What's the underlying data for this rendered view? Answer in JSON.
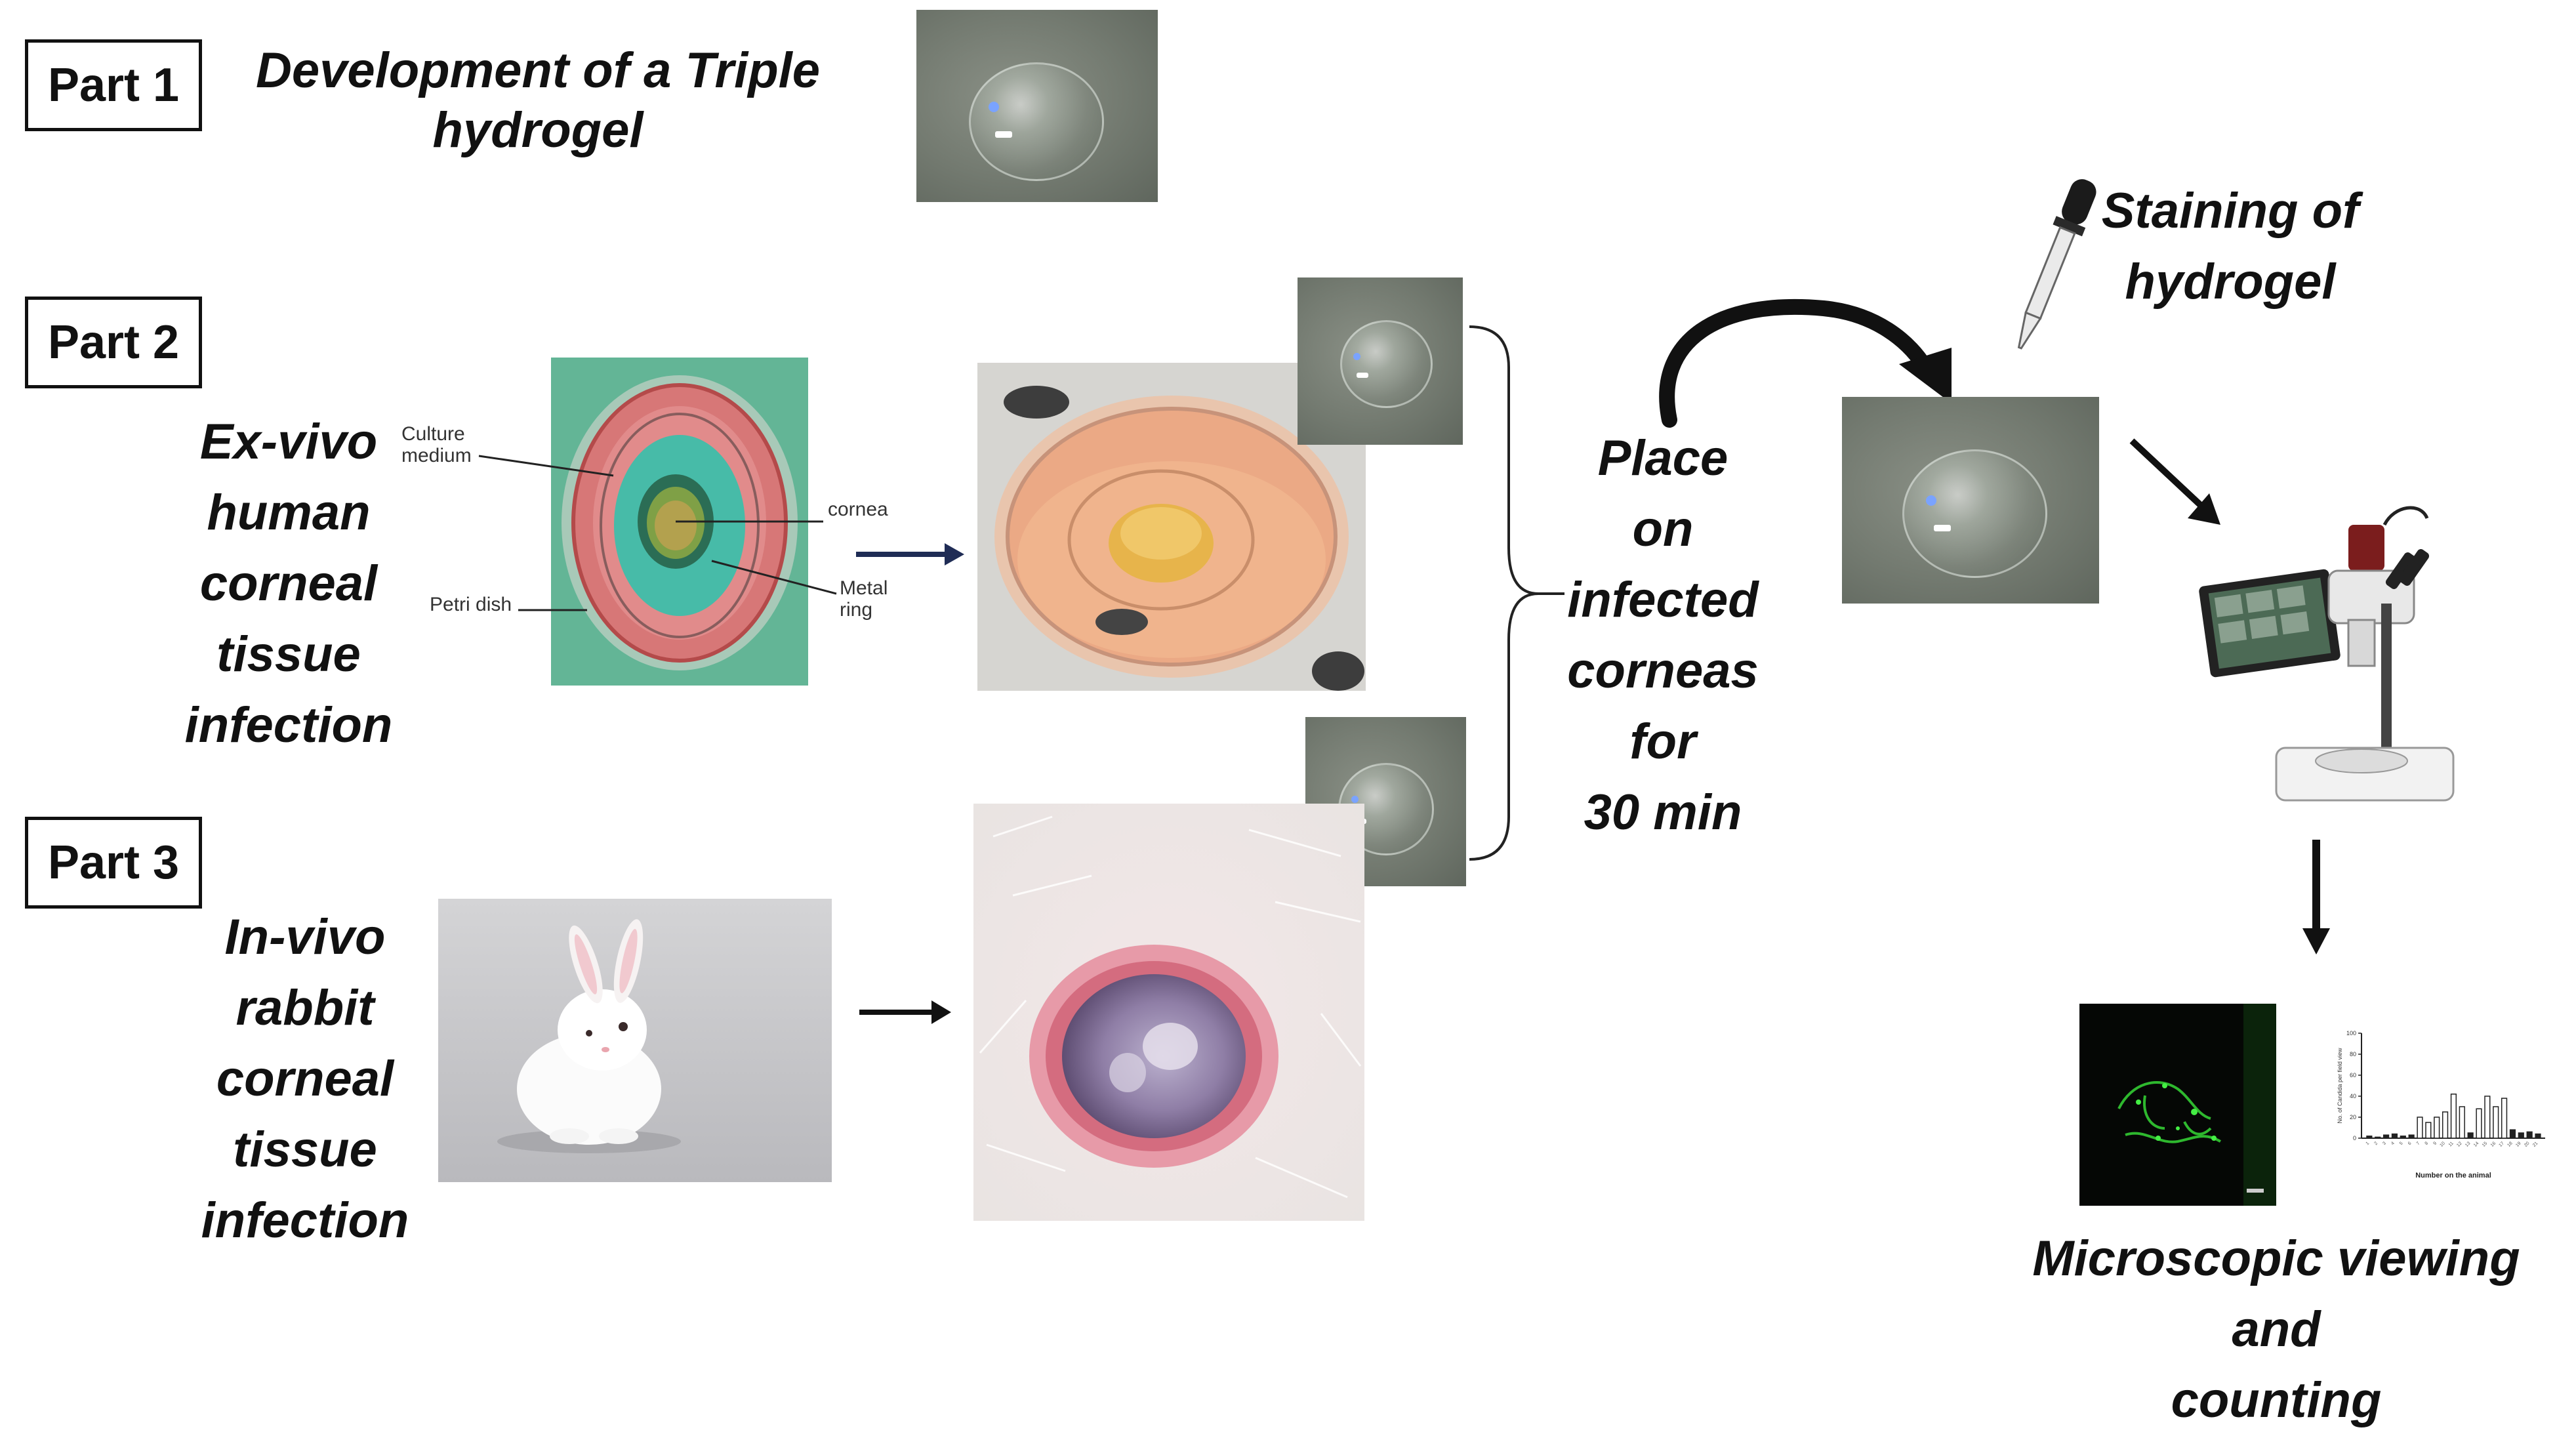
{
  "parts": [
    {
      "label": "Part 1",
      "title": "Development of a Triple\nhydrogel"
    },
    {
      "label": "Part 2",
      "title": "Ex-vivo\nhuman\ncorneal\ntissue\ninfection"
    },
    {
      "label": "Part 3",
      "title": "In-vivo\nrabbit\ncorneal\ntissue\ninfection"
    }
  ],
  "dish_labels": {
    "culture_medium": "Culture\nmedium",
    "cornea": "cornea",
    "petri_dish": "Petri dish",
    "metal_ring": "Metal\nring"
  },
  "place_text": "Place\non\ninfected\ncorneas\nfor\n30 min",
  "staining_text": "Staining of\nhydrogel",
  "microscopic_text": "Microscopic viewing and\ncounting",
  "mini_chart": {
    "ylabel": "No. of Candida per field view",
    "xlabel": "Number on the animal"
  },
  "chart_data": {
    "type": "bar",
    "categories": [
      "1",
      "2",
      "3",
      "4",
      "5",
      "6",
      "7",
      "8",
      "9",
      "10",
      "11",
      "12",
      "13",
      "14",
      "15",
      "16",
      "17",
      "18",
      "19",
      "20",
      "21"
    ],
    "values": [
      2,
      1,
      3,
      4,
      2,
      3,
      20,
      15,
      20,
      25,
      42,
      30,
      5,
      28,
      40,
      30,
      38,
      8,
      5,
      6,
      4
    ],
    "ylim": [
      0,
      100
    ],
    "ylabel": "No. of Candida per field view",
    "xlabel": "Number on the animal",
    "yticks": [
      "0",
      "20",
      "40",
      "60",
      "80",
      "100"
    ]
  },
  "colors": {
    "dish_bg": "#5fae8f",
    "dish_red": "#d87474",
    "medium": "#f2b98e",
    "rabbit_bg": "#c8c8ca",
    "eye_pink": "#e79aa8",
    "fluor_green": "#33cc33"
  }
}
